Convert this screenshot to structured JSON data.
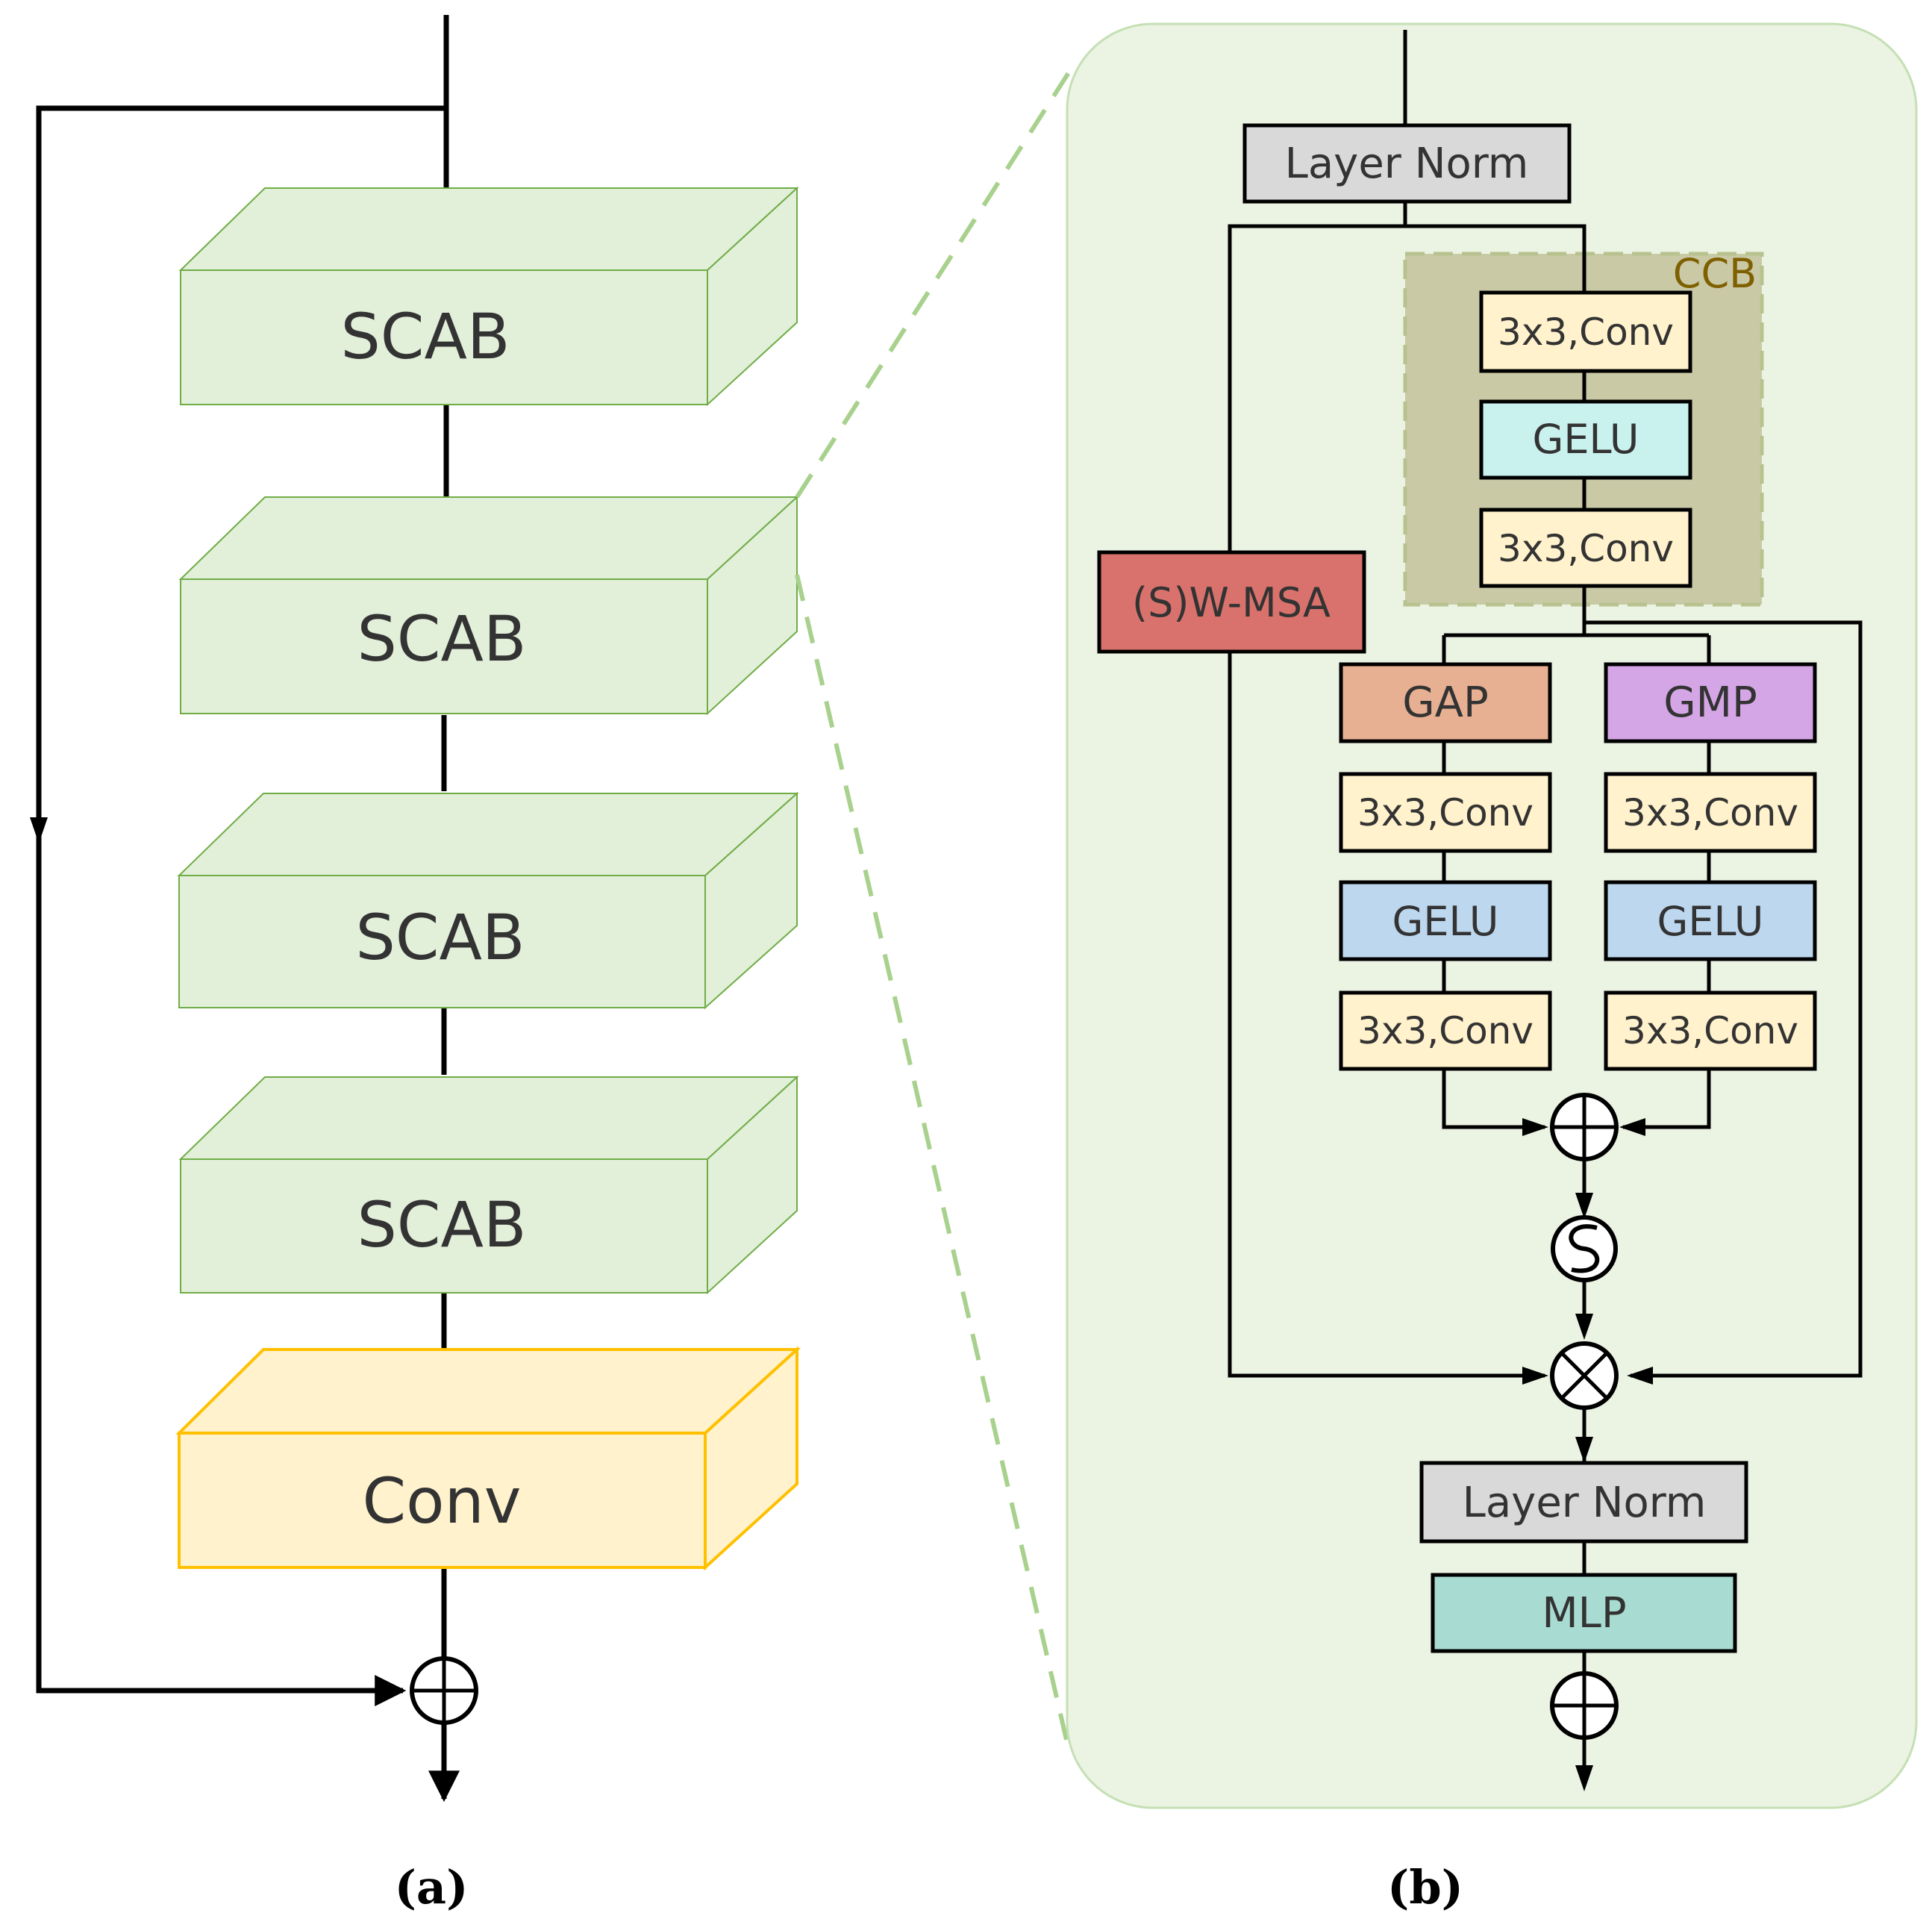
{
  "panel_a": {
    "blocks": [
      "SCAB",
      "SCAB",
      "SCAB",
      "SCAB"
    ],
    "conv_label": "Conv",
    "caption": "(a)"
  },
  "panel_b": {
    "layer_norm_top": "Layer Norm",
    "ccb_label": "CCB",
    "ccb_conv1": "3x3,Conv",
    "ccb_gelu": "GELU",
    "ccb_conv2": "3x3,Conv",
    "wmsa": "(S)W-MSA",
    "gap": "GAP",
    "gmp": "GMP",
    "left_conv1": "3x3,Conv",
    "left_gelu": "GELU",
    "left_conv2": "3x3,Conv",
    "right_conv1": "3x3,Conv",
    "right_gelu": "GELU",
    "right_conv2": "3x3,Conv",
    "layer_norm_bottom": "Layer Norm",
    "mlp": "MLP",
    "caption": "(b)"
  },
  "colors": {
    "scab_fill": "#e2efd9",
    "scab_stroke": "#70ad47",
    "conv_fill": "#fff2cc",
    "conv_stroke": "#ffc000",
    "panel_bg": "#ebf3e3",
    "ccb_fill": "#c9c9a6",
    "ccb_label": "#7f6000",
    "layer_norm": "#d9d9d9",
    "conv_box": "#fff2cc",
    "gelu_ccb": "#c9f1ee",
    "gelu_branch": "#bdd7ee",
    "wmsa": "#d9726c",
    "gap": "#e8b092",
    "gmp": "#d5a6e6",
    "mlp": "#a8dbd1"
  }
}
